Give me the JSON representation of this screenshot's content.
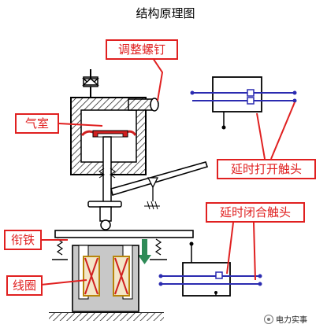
{
  "title": "结构原理图",
  "labels": {
    "adjust_screw": "调整螺钉",
    "air_chamber": "气室",
    "delay_open_contact": "延时打开触头",
    "delay_close_contact": "延时闭合触头",
    "armature": "衔铁",
    "coil": "线圈"
  },
  "watermark": "电力实事",
  "colors": {
    "callout_red": "#e02020",
    "wire_blue": "#2b2bb0",
    "iron_gray": "#c8c8c8",
    "coil_brown": "#b8860b",
    "spring_green": "#2e8b57"
  }
}
